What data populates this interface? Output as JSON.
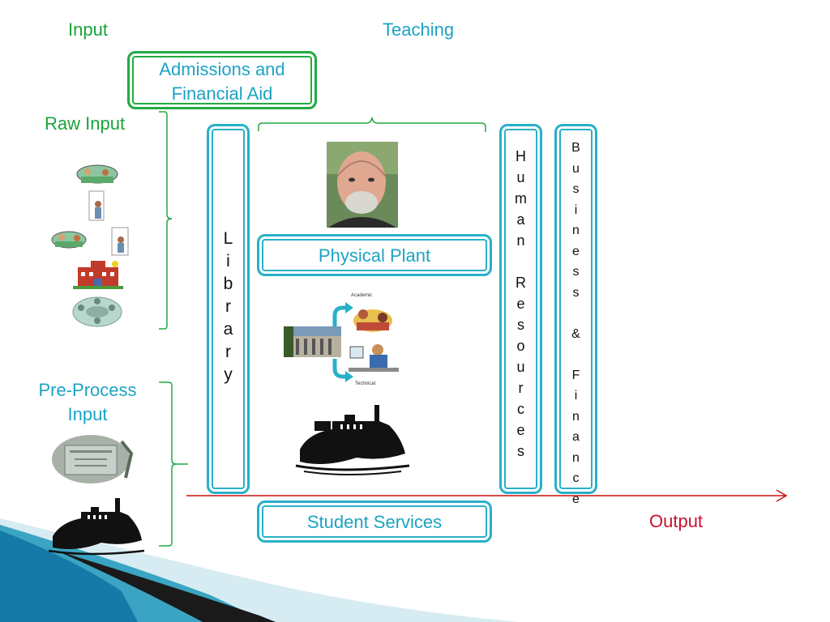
{
  "labels": {
    "input": "Input",
    "teaching": "Teaching",
    "raw_input": "Raw Input",
    "pre_process_line1": "Pre-Process",
    "pre_process_line2": "Input",
    "output": "Output"
  },
  "boxes": {
    "admissions_line1": "Admissions and",
    "admissions_line2": "Financial Aid",
    "physical_plant": "Physical Plant",
    "student_services": "Student Services",
    "library_letters": [
      "L",
      "i",
      "b",
      "r",
      "a",
      "r",
      "y"
    ],
    "human_resources_letters": [
      "H",
      "u",
      "m",
      "a",
      "n",
      "",
      "R",
      "e",
      "s",
      "o",
      "u",
      "r",
      "c",
      "e",
      "s"
    ],
    "business_finance_letters": [
      "B",
      "u",
      "s",
      "i",
      "n",
      "e",
      "s",
      "s",
      "",
      "&",
      "",
      "F",
      "i",
      "n",
      "a",
      "n",
      "c",
      "e"
    ]
  },
  "flow_labels": {
    "academic": "Academic",
    "technical": "Technical"
  },
  "colors": {
    "green": "#1aa33a",
    "teal": "#1ca3c4",
    "red": "#c8102e",
    "bracket": "#22aa44"
  },
  "icons": [
    "classroom-clipart-icon",
    "person-at-door-icon",
    "building-clipart-icon",
    "meeting-clipart-icon",
    "portrait-photo",
    "campus-photo",
    "academic-clipart-icon",
    "technical-clipart-icon",
    "castle-silhouette-icon",
    "school-sign-icon"
  ]
}
